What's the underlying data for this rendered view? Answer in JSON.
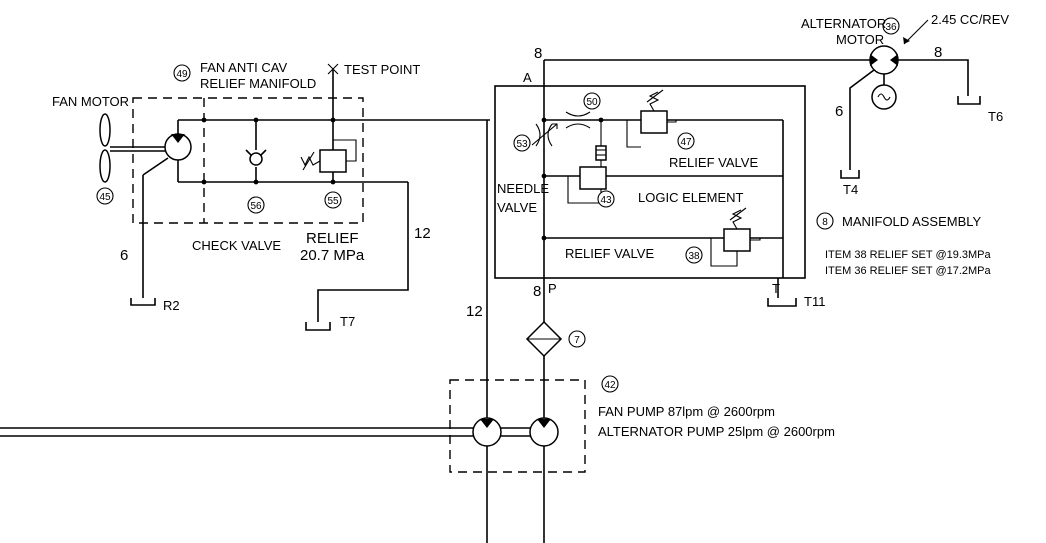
{
  "labels": {
    "fan_motor": "FAN MOTOR",
    "fan_anti_cav_1": "FAN ANTI CAV",
    "fan_anti_cav_2": "RELIEF MANIFOLD",
    "test_point": "TEST POINT",
    "check_valve": "CHECK VALVE",
    "relief_title": "RELIEF",
    "relief_pressure": "20.7 MPa",
    "needle_valve_1": "NEEDLE",
    "needle_valve_2": "VALVE",
    "relief_valve_upper": "RELIEF VALVE",
    "logic_element": "LOGIC ELEMENT",
    "relief_valve_lower": "RELIEF VALVE",
    "manifold_assembly": "MANIFOLD ASSEMBLY",
    "item38": "ITEM 38 RELIEF SET @19.3MPa",
    "item36": "ITEM 36 RELIEF SET @17.2MPa",
    "alternator_motor_1": "ALTERNATOR",
    "alternator_motor_2": "MOTOR",
    "displacement": "2.45 CC/REV",
    "fan_pump": "FAN PUMP 87lpm @ 2600rpm",
    "alt_pump": "ALTERNATOR PUMP 25lpm @ 2600rpm",
    "port_a": "A",
    "port_p": "P",
    "port_t": "T"
  },
  "lines": {
    "l6_fan": "6",
    "l12_relief": "12",
    "l12_main": "12",
    "l8_top": "8",
    "l8_pump": "8",
    "l8_alt": "8",
    "l6_alt": "6"
  },
  "tanks": {
    "r2": "R2",
    "t7": "T7",
    "t4": "T4",
    "t6": "T6",
    "t11": "T11"
  },
  "items": {
    "i49": "49",
    "i45": "45",
    "i56": "56",
    "i55": "55",
    "i50": "50",
    "i53": "53",
    "i47": "47",
    "i43": "43",
    "i38": "38",
    "i8": "8",
    "i36": "36",
    "i7": "7",
    "i42": "42"
  }
}
